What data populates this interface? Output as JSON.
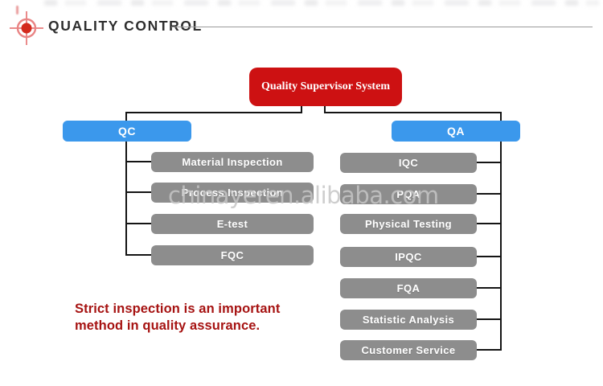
{
  "header": {
    "title": "QUALITY CONTROL",
    "icon": "crosshair-target-icon"
  },
  "chart": {
    "root": "Quality Supervisor System",
    "branches": [
      {
        "label": "QC",
        "children": [
          "Material Inspection",
          "Process Inspection",
          "E-test",
          "FQC"
        ]
      },
      {
        "label": "QA",
        "children": [
          "IQC",
          "PQA",
          "Physical Testing",
          "IPQC",
          "FQA",
          "Statistic Analysis",
          "Customer Service"
        ]
      }
    ]
  },
  "caption": {
    "line1": "Strict inspection is an important",
    "line2": "method in quality assurance."
  },
  "watermark": "chinayeren.alibaba.com",
  "colors": {
    "root_red": "#cd1112",
    "branch_blue": "#3b98ec",
    "node_gray": "#8d8d8d",
    "caption_red": "#a61312",
    "connector_black": "#141414",
    "icon_red": "#d32a1d"
  }
}
